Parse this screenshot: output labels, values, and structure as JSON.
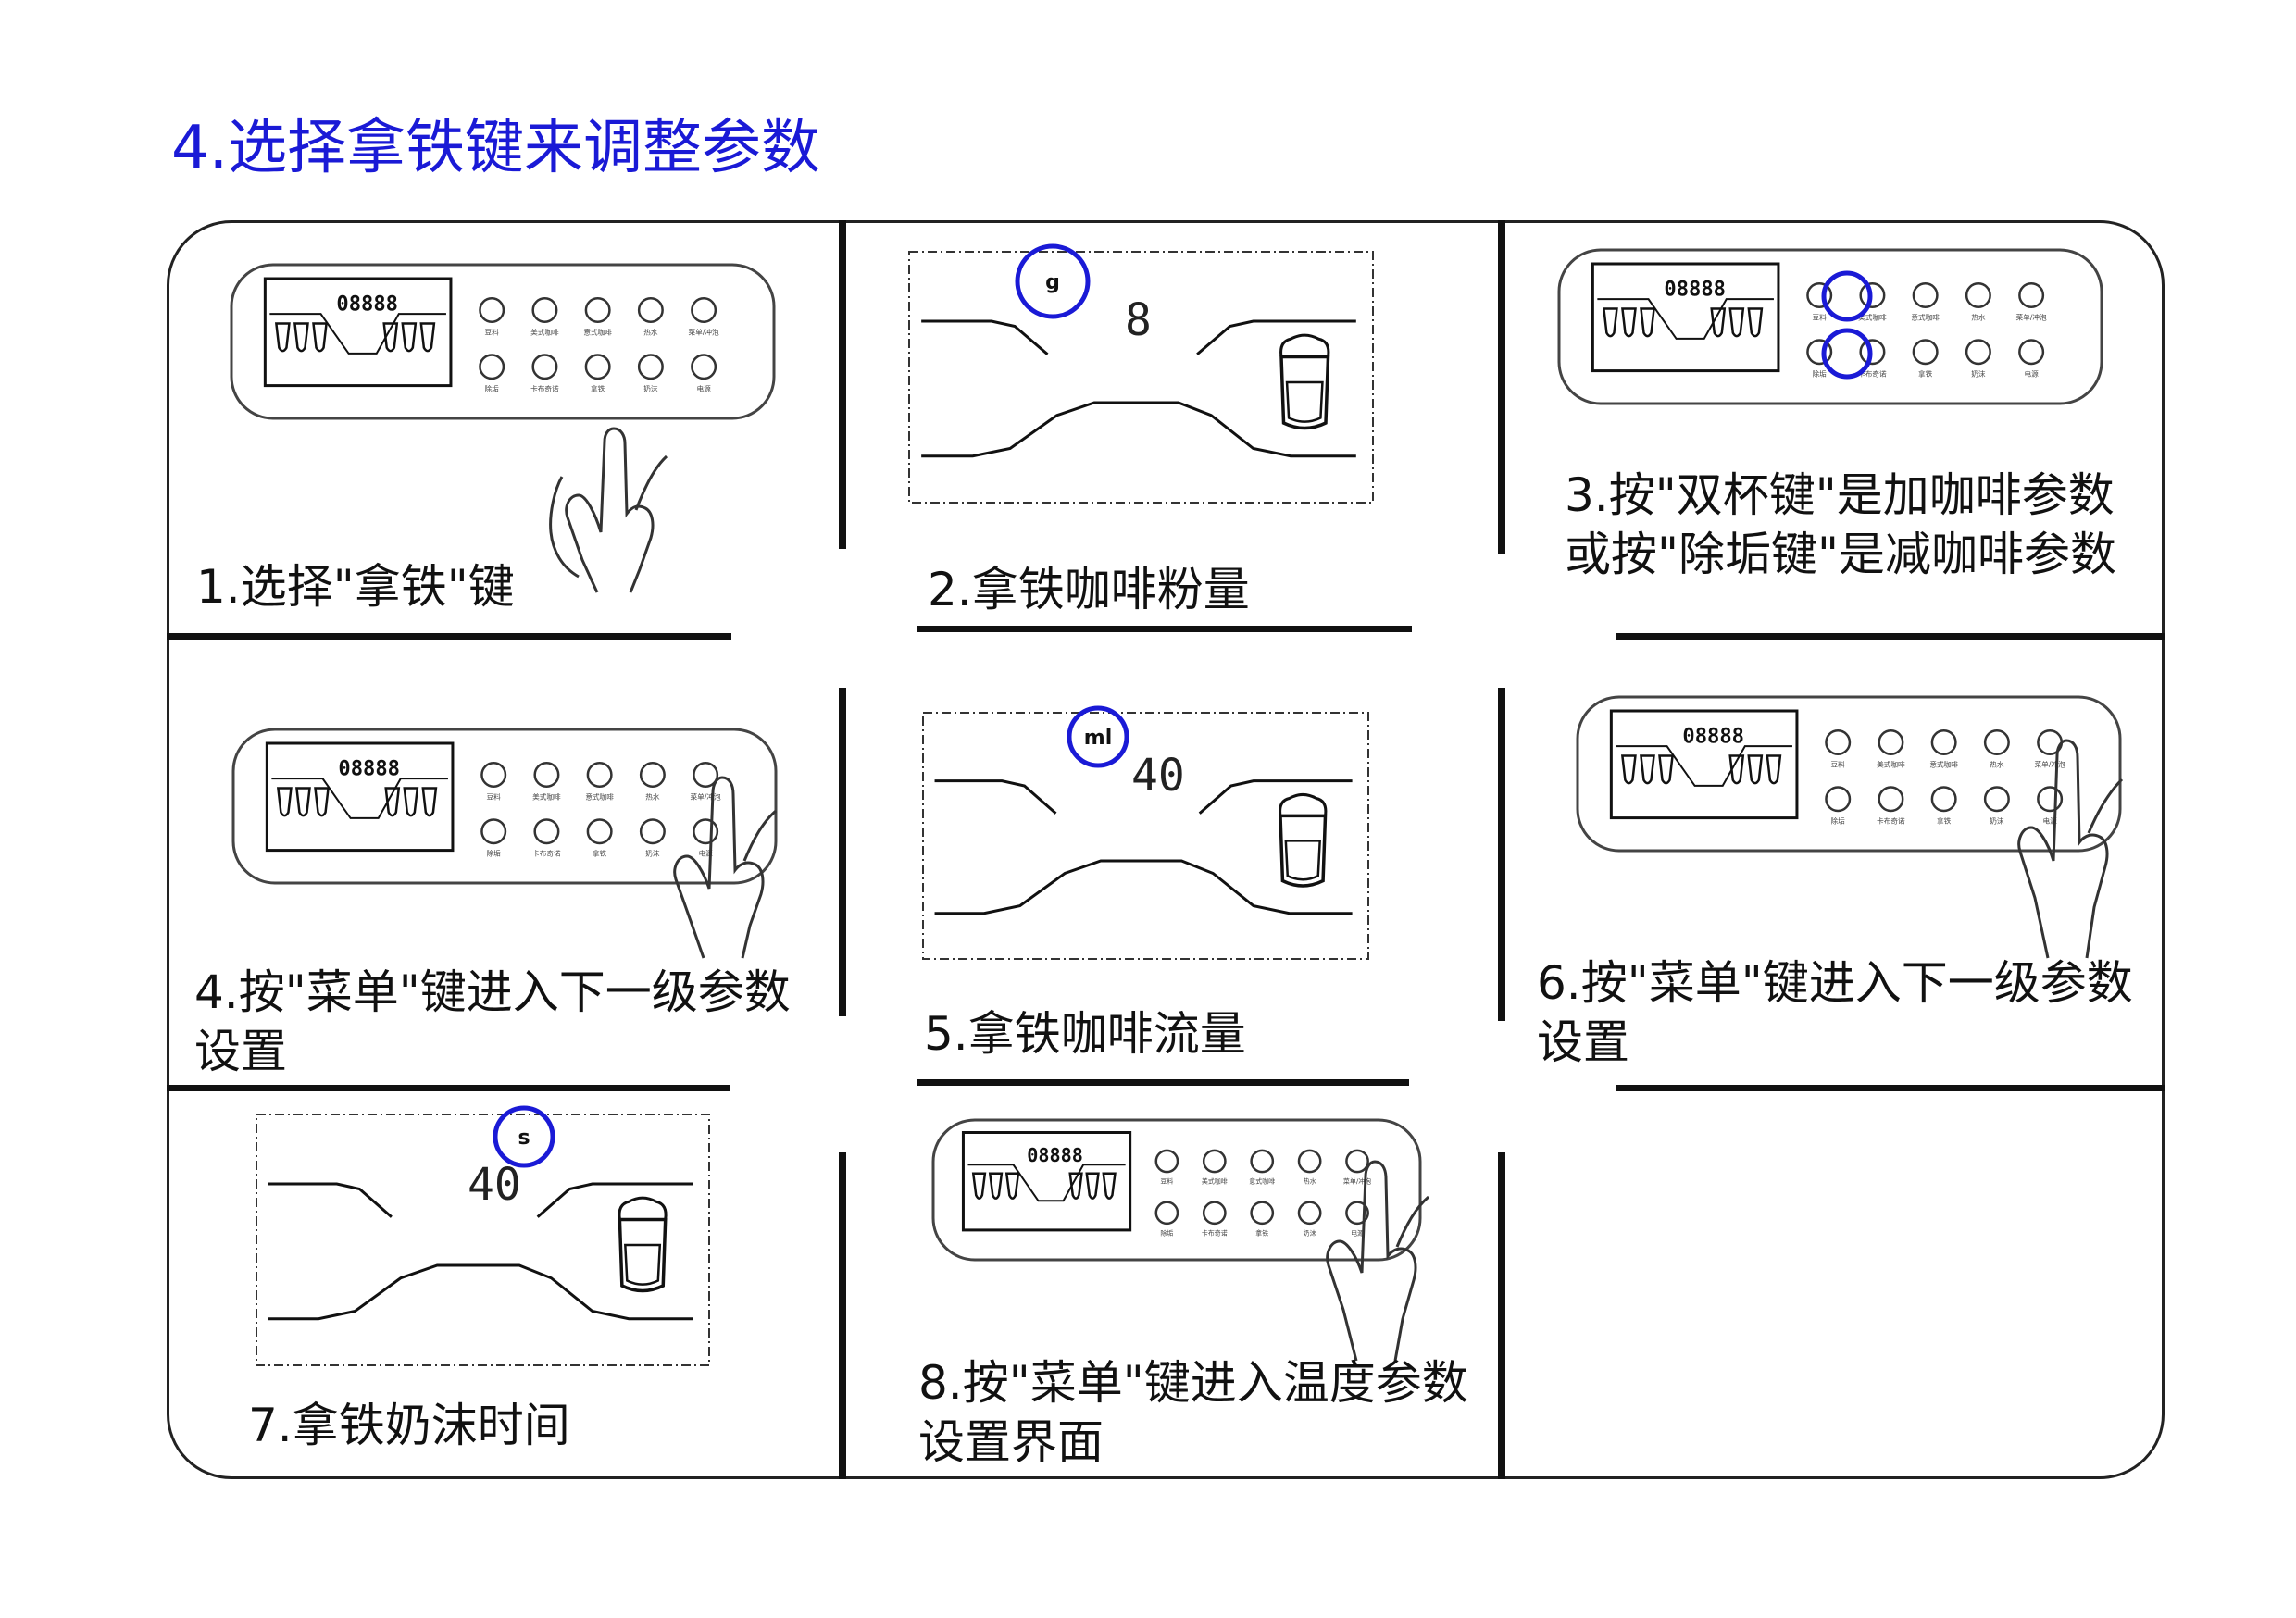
{
  "title": "4.选择拿铁键来调整参数",
  "panel": {
    "lcd_digits": "08888",
    "buttons_top": [
      "豆料",
      "美式咖啡",
      "意式咖啡",
      "热水",
      "菜单/冲泡"
    ],
    "buttons_bottom": [
      "除垢",
      "卡布奇诺",
      "拿铁",
      "奶沫",
      "电源"
    ]
  },
  "steps": [
    {
      "caption": [
        "1.选择\"拿铁\"键"
      ]
    },
    {
      "caption": [
        "2.拿铁咖啡粉量"
      ],
      "unit": "g",
      "value": "8"
    },
    {
      "caption": [
        "3.按\"双杯键\"是加咖啡参数",
        "或按\"除垢键\"是减咖啡参数"
      ]
    },
    {
      "caption": [
        "4.按\"菜单\"键进入下一级参数",
        "设置"
      ]
    },
    {
      "caption": [
        "5.拿铁咖啡流量"
      ],
      "unit": "ml",
      "value": "40"
    },
    {
      "caption": [
        "6.按\"菜单\"键进入下一级参数",
        "设置"
      ]
    },
    {
      "caption": [
        "7.拿铁奶沫时间"
      ],
      "unit": "s",
      "value": "40"
    },
    {
      "caption": [
        "8.按\"菜单\"键进入温度参数",
        "设置界面"
      ]
    }
  ],
  "colors": {
    "accent": "#1a1ad6",
    "line": "#111111"
  }
}
